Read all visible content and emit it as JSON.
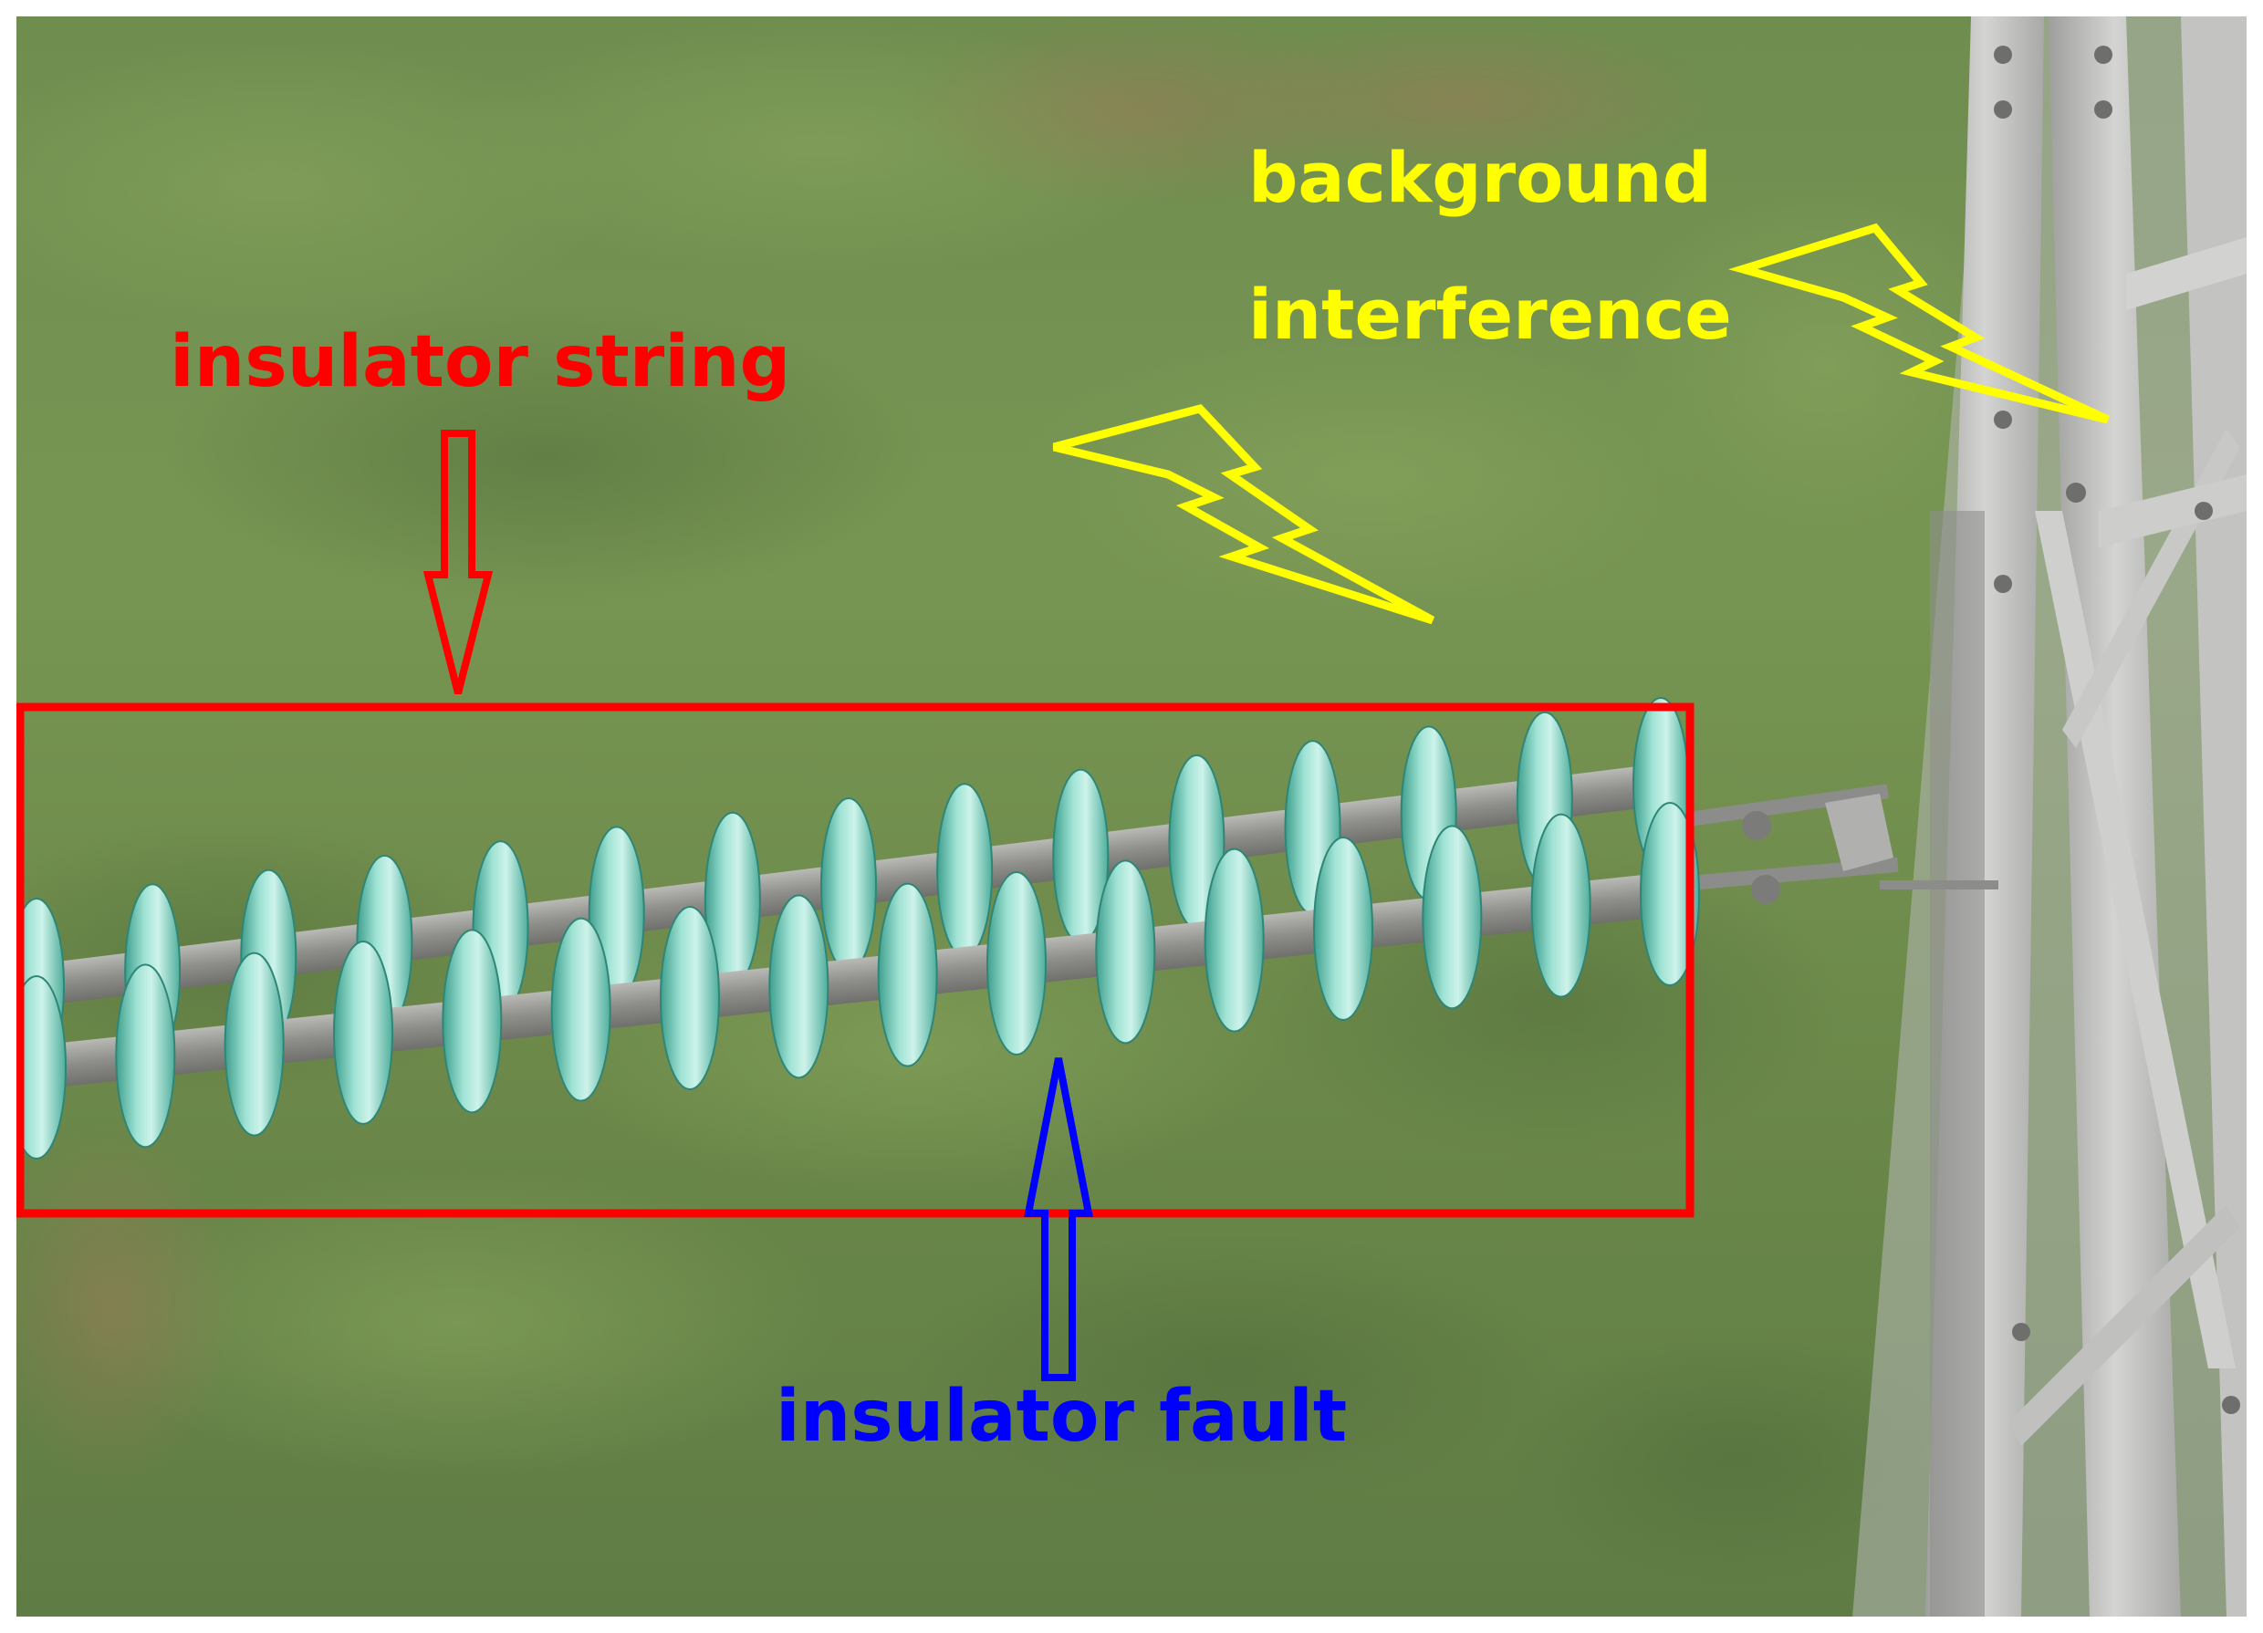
{
  "annotations": {
    "insulator_string": {
      "text": "insulator string",
      "color": "#ff0000"
    },
    "background_interference": {
      "line1": "background",
      "line2": "interference",
      "color": "#ffff00"
    },
    "insulator_fault": {
      "text": "insulator fault",
      "color": "#0000ff"
    }
  },
  "colors": {
    "foliage": "#6f8a4e",
    "insulator_disc": "#7ccfbf",
    "rod": "#9a9a96",
    "tower_steel": "#c8c9c7"
  }
}
